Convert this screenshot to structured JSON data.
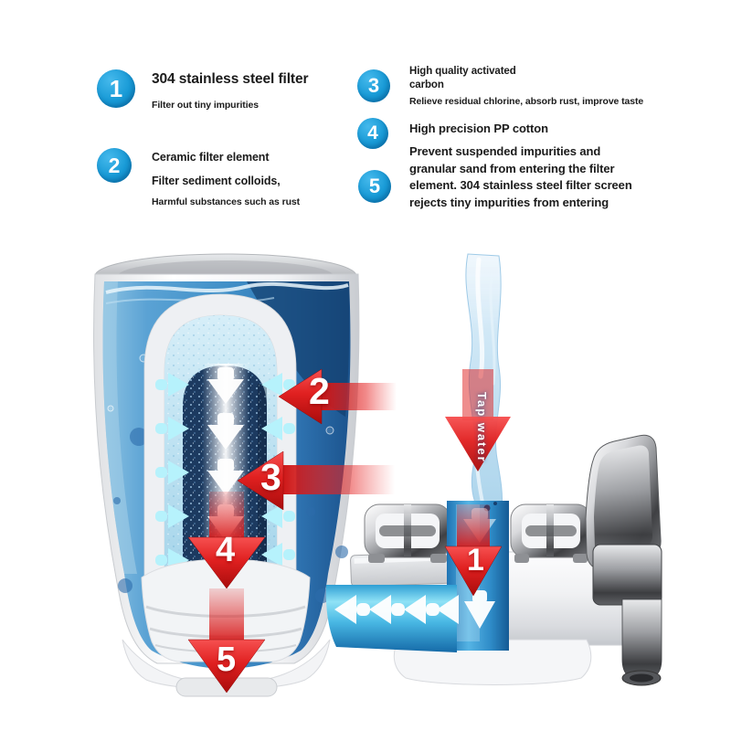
{
  "callouts": {
    "items": [
      {
        "number": "1",
        "title_lines": [
          "304 stainless steel filter"
        ],
        "body_lines": [
          "Filter out tiny impurities"
        ]
      },
      {
        "number": "2",
        "title_lines": [
          "Ceramic filter element"
        ],
        "body_lines": [
          "Filter sediment colloids,",
          "Harmful substances such as rust"
        ]
      },
      {
        "number": "3",
        "title_lines": [
          "High quality activated",
          "carbon"
        ],
        "body_lines": [
          "Relieve residual chlorine, absorb rust, improve taste"
        ]
      },
      {
        "number": "4",
        "title_lines": [
          "High precision PP cotton"
        ],
        "body_lines": []
      },
      {
        "number": "5",
        "title_lines": [],
        "body_lines": [
          "Prevent suspended impurities and",
          "granular sand from entering the filter",
          "element. 304 stainless steel filter screen",
          "rejects tiny impurities from entering"
        ]
      }
    ]
  },
  "diagram": {
    "tap_water_label": "Tap water",
    "step_labels": {
      "1": "1",
      "2": "2",
      "3": "3",
      "4": "4",
      "5": "5"
    },
    "colors": {
      "badge_blue": "#189ad6",
      "arrow_red": "#e02020",
      "water_blue": "#4190c8",
      "pipe_cyan": "#49b8e4",
      "carbon_navy": "#1c3a60",
      "ceramic_blue": "#a4d4ea",
      "chrome_gray": "#8c8e92"
    },
    "icons": [
      "down-arrow-icon",
      "left-arrow-icon",
      "inward-flow-arrow-icon",
      "tap-water-arrow-icon"
    ]
  }
}
